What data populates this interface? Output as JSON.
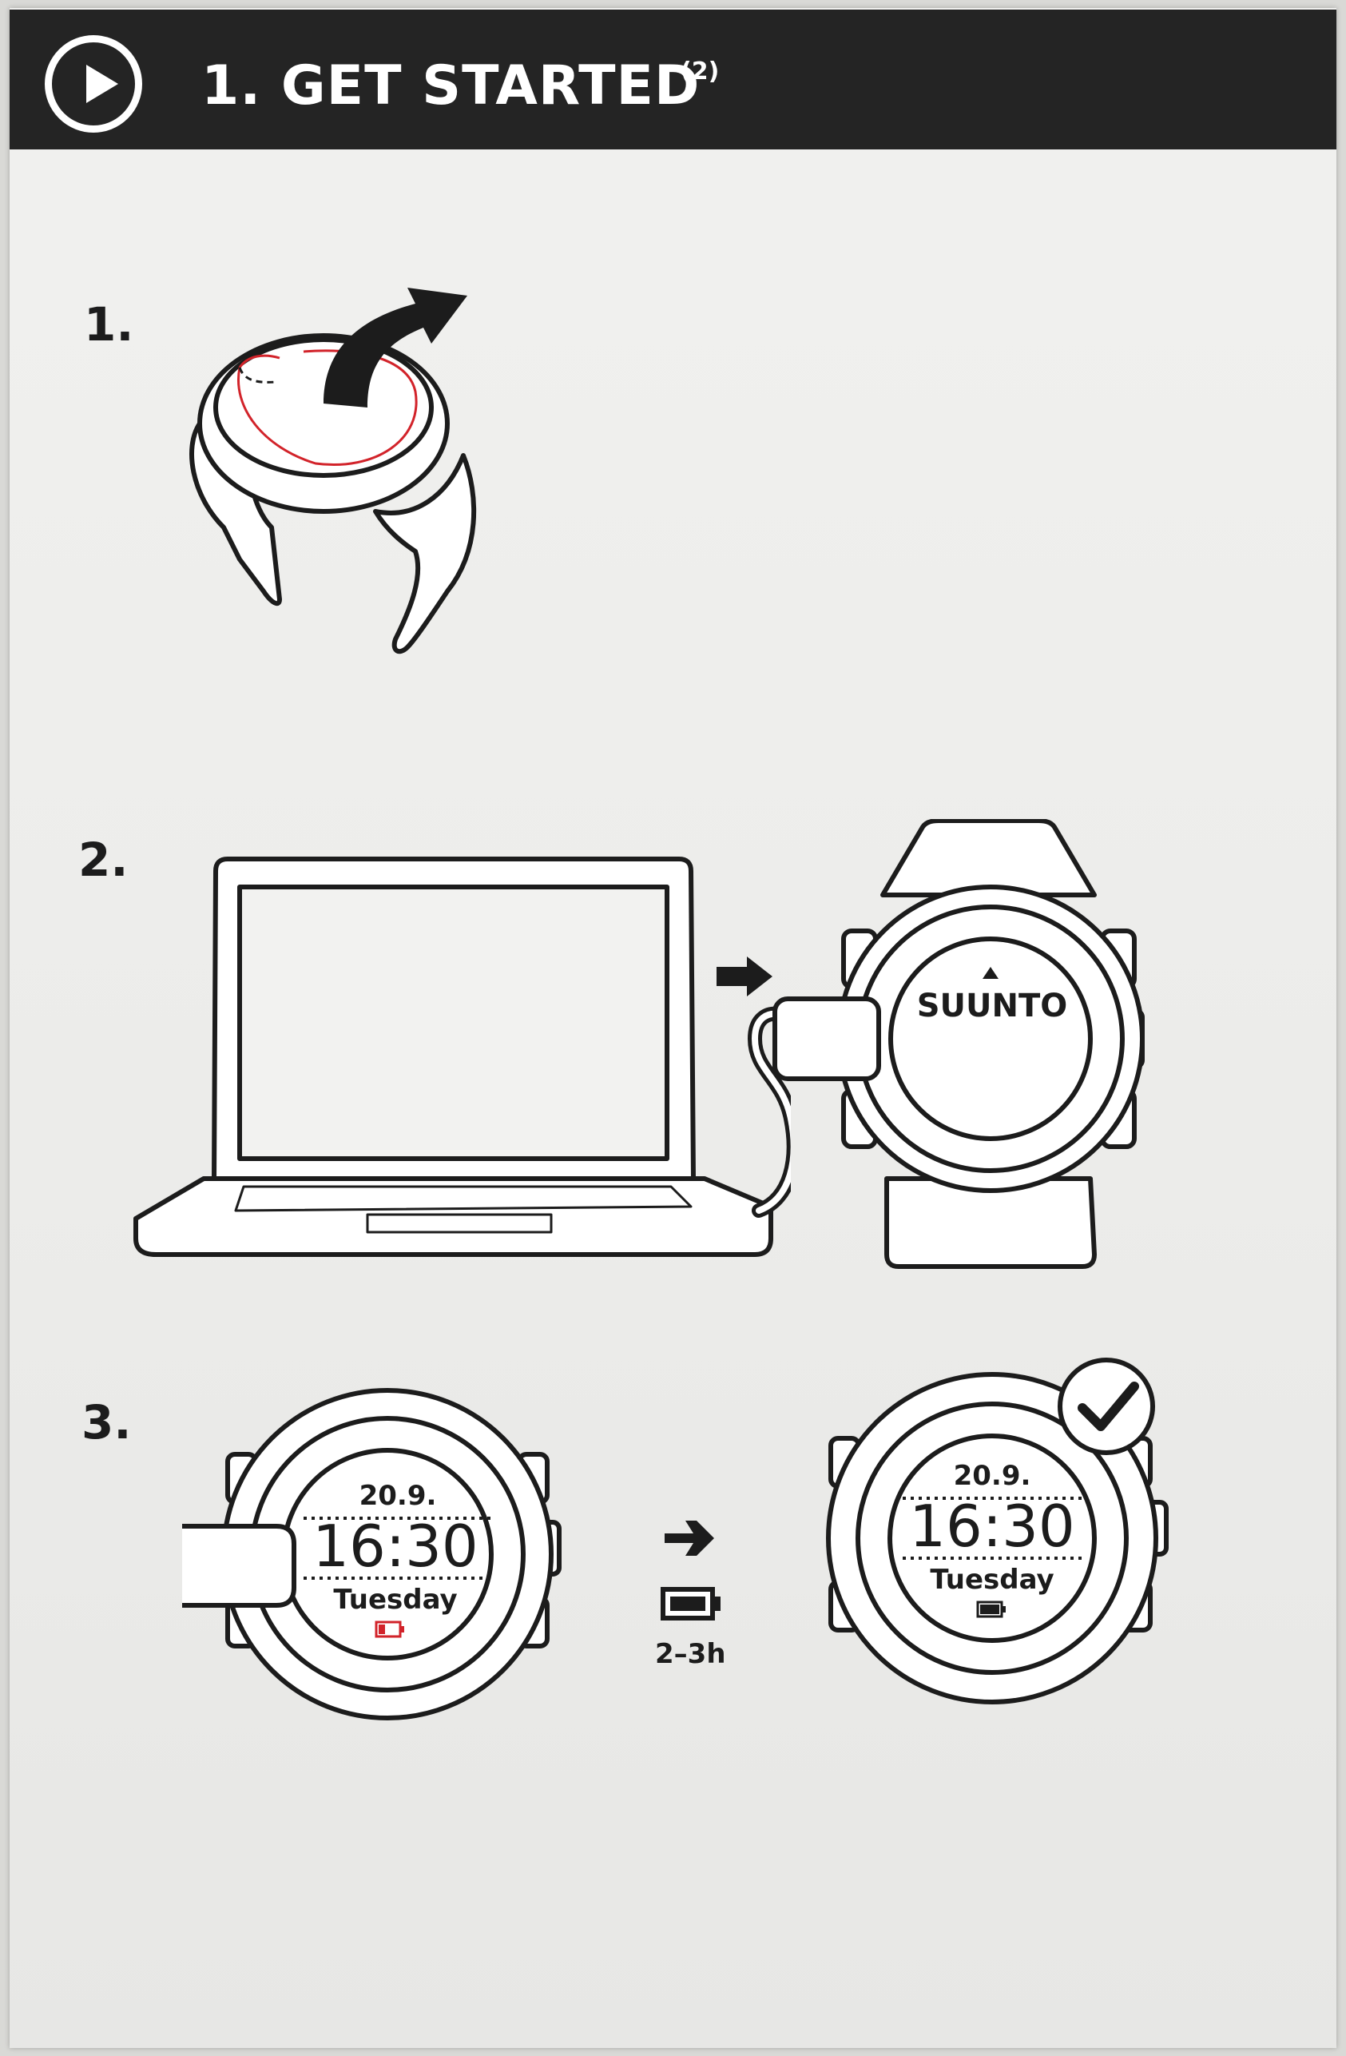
{
  "header": {
    "title": "1. GET STARTED",
    "superscript": "(2)"
  },
  "steps": [
    {
      "number": "1."
    },
    {
      "number": "2."
    },
    {
      "number": "3."
    }
  ],
  "step2": {
    "brand": "SUUNTO"
  },
  "step3": {
    "before": {
      "date": "20.9.",
      "time": "16:30",
      "day": "Tuesday"
    },
    "after": {
      "date": "20.9.",
      "time": "16:30",
      "day": "Tuesday"
    },
    "duration": "2–3h"
  },
  "colors": {
    "header_bg": "#242424",
    "ink": "#1c1c1c",
    "accent_red": "#d2232a",
    "paper": "#efefed"
  },
  "icons": [
    "play-icon",
    "arrow-icon",
    "battery-icon",
    "checkmark-icon"
  ]
}
